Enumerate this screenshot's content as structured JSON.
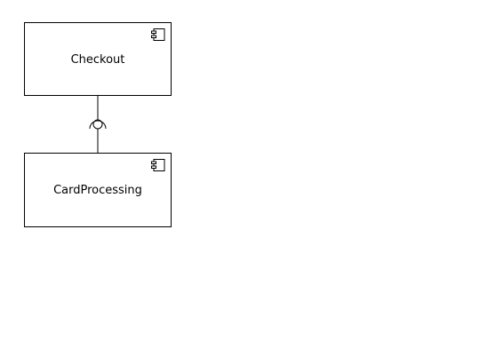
{
  "diagram": {
    "components": [
      {
        "label": "Checkout",
        "icon": "component-icon"
      },
      {
        "label": "CardProcessing",
        "icon": "component-icon"
      }
    ],
    "interface": {
      "type": "provided-required-socket"
    }
  }
}
